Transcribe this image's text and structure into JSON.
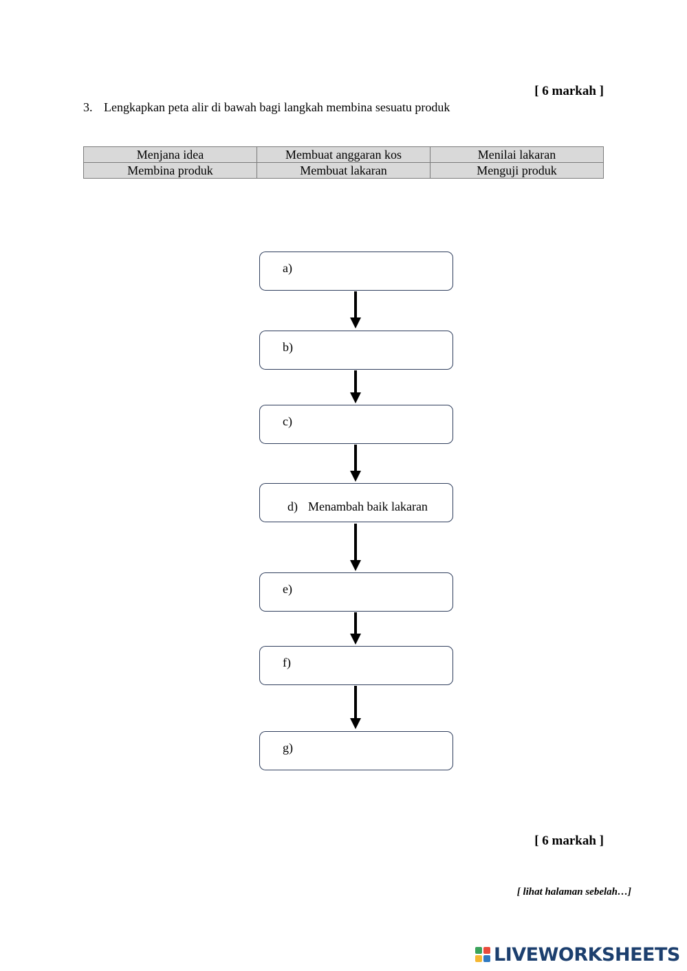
{
  "marks_top": "[ 6 markah ]",
  "question": {
    "number": "3.",
    "text": "Lengkapkan peta alir di bawah bagi langkah membina sesuatu produk"
  },
  "word_bank": [
    [
      "Menjana idea",
      "Membuat anggaran kos",
      "Menilai lakaran"
    ],
    [
      "Membina produk",
      "Membuat lakaran",
      "Menguji produk"
    ]
  ],
  "flow_boxes": [
    {
      "letter": "a)",
      "text": ""
    },
    {
      "letter": "b)",
      "text": ""
    },
    {
      "letter": "c)",
      "text": ""
    },
    {
      "letter": "d)",
      "text": "Menambah baik lakaran"
    },
    {
      "letter": "e)",
      "text": ""
    },
    {
      "letter": "f)",
      "text": ""
    },
    {
      "letter": "g)",
      "text": ""
    }
  ],
  "marks_bottom": "[ 6 markah ]",
  "footer_note": "[ lihat halaman sebelah…]",
  "brand": {
    "name": "LIVEWORKSHEETS",
    "color": "#1c3f6e",
    "logo_colors": [
      "#3aa35b",
      "#e94b3c",
      "#f5b731",
      "#2f79c1"
    ]
  }
}
